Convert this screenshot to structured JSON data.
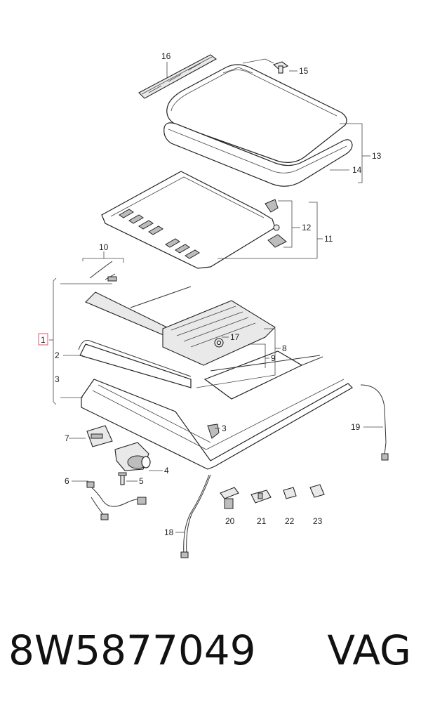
{
  "callouts": [
    {
      "id": "c1",
      "label": "1",
      "highlight_color": "#e05a6a"
    },
    {
      "id": "c2",
      "label": "2"
    },
    {
      "id": "c3a",
      "label": "3"
    },
    {
      "id": "c3b",
      "label": "3"
    },
    {
      "id": "c4",
      "label": "4"
    },
    {
      "id": "c5",
      "label": "5"
    },
    {
      "id": "c6",
      "label": "6"
    },
    {
      "id": "c7",
      "label": "7"
    },
    {
      "id": "c8",
      "label": "8"
    },
    {
      "id": "c9",
      "label": "9"
    },
    {
      "id": "c10",
      "label": "10"
    },
    {
      "id": "c11",
      "label": "11"
    },
    {
      "id": "c12",
      "label": "12"
    },
    {
      "id": "c13",
      "label": "13"
    },
    {
      "id": "c14",
      "label": "14"
    },
    {
      "id": "c15",
      "label": "15"
    },
    {
      "id": "c16",
      "label": "16"
    },
    {
      "id": "c17",
      "label": "17"
    },
    {
      "id": "c18",
      "label": "18"
    },
    {
      "id": "c19",
      "label": "19"
    },
    {
      "id": "c20",
      "label": "20"
    },
    {
      "id": "c21",
      "label": "21"
    },
    {
      "id": "c22",
      "label": "22"
    },
    {
      "id": "c23",
      "label": "23"
    }
  ],
  "footer": {
    "part_number": "8W5877049",
    "brand": "VAG"
  }
}
